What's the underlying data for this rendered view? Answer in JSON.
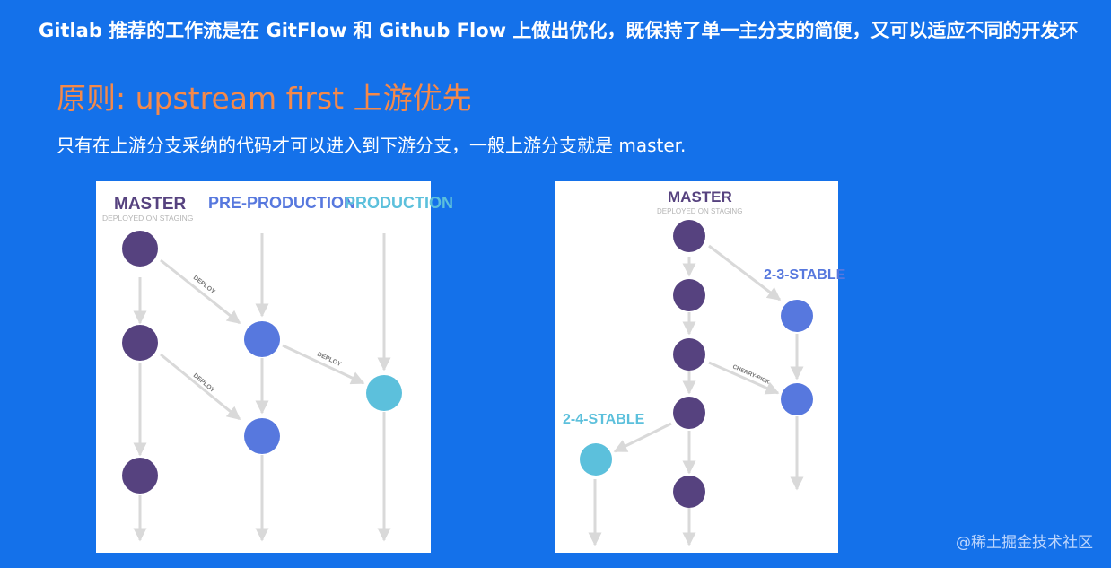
{
  "slide": {
    "intro_text": "Gitlab 推荐的工作流是在 GitFlow 和 Github Flow 上做出优化，既保持了单一主分支的简便，又可以适应不同的开发环",
    "heading": "原则: upstream first 上游优先",
    "description": "只有在上游分支采纳的代码才可以进入到下游分支，一般上游分支就是 master."
  },
  "left_diagram": {
    "master_label": "MASTER",
    "master_sublabel": "DEPLOYED ON STAGING",
    "preprod_label": "PRE-PRODUCTION",
    "prod_label": "PRODUCTION",
    "deploy_label_1": "DEPLOY",
    "deploy_label_2": "DEPLOY",
    "deploy_label_3": "DEPLOY"
  },
  "right_diagram": {
    "master_label": "MASTER",
    "master_sublabel": "DEPLOYED ON STAGING",
    "stable_23_label": "2-3-STABLE",
    "stable_24_label": "2-4-STABLE",
    "cherry_pick_label": "CHERRY-PICK"
  },
  "colors": {
    "background": "#1471ea",
    "heading": "#f5894a",
    "master_node": "#56427f",
    "preprod_node": "#5778de",
    "prod_node": "#5cc0dc",
    "arrow": "#d9d9d9"
  },
  "watermark": "@稀土掘金技术社区"
}
